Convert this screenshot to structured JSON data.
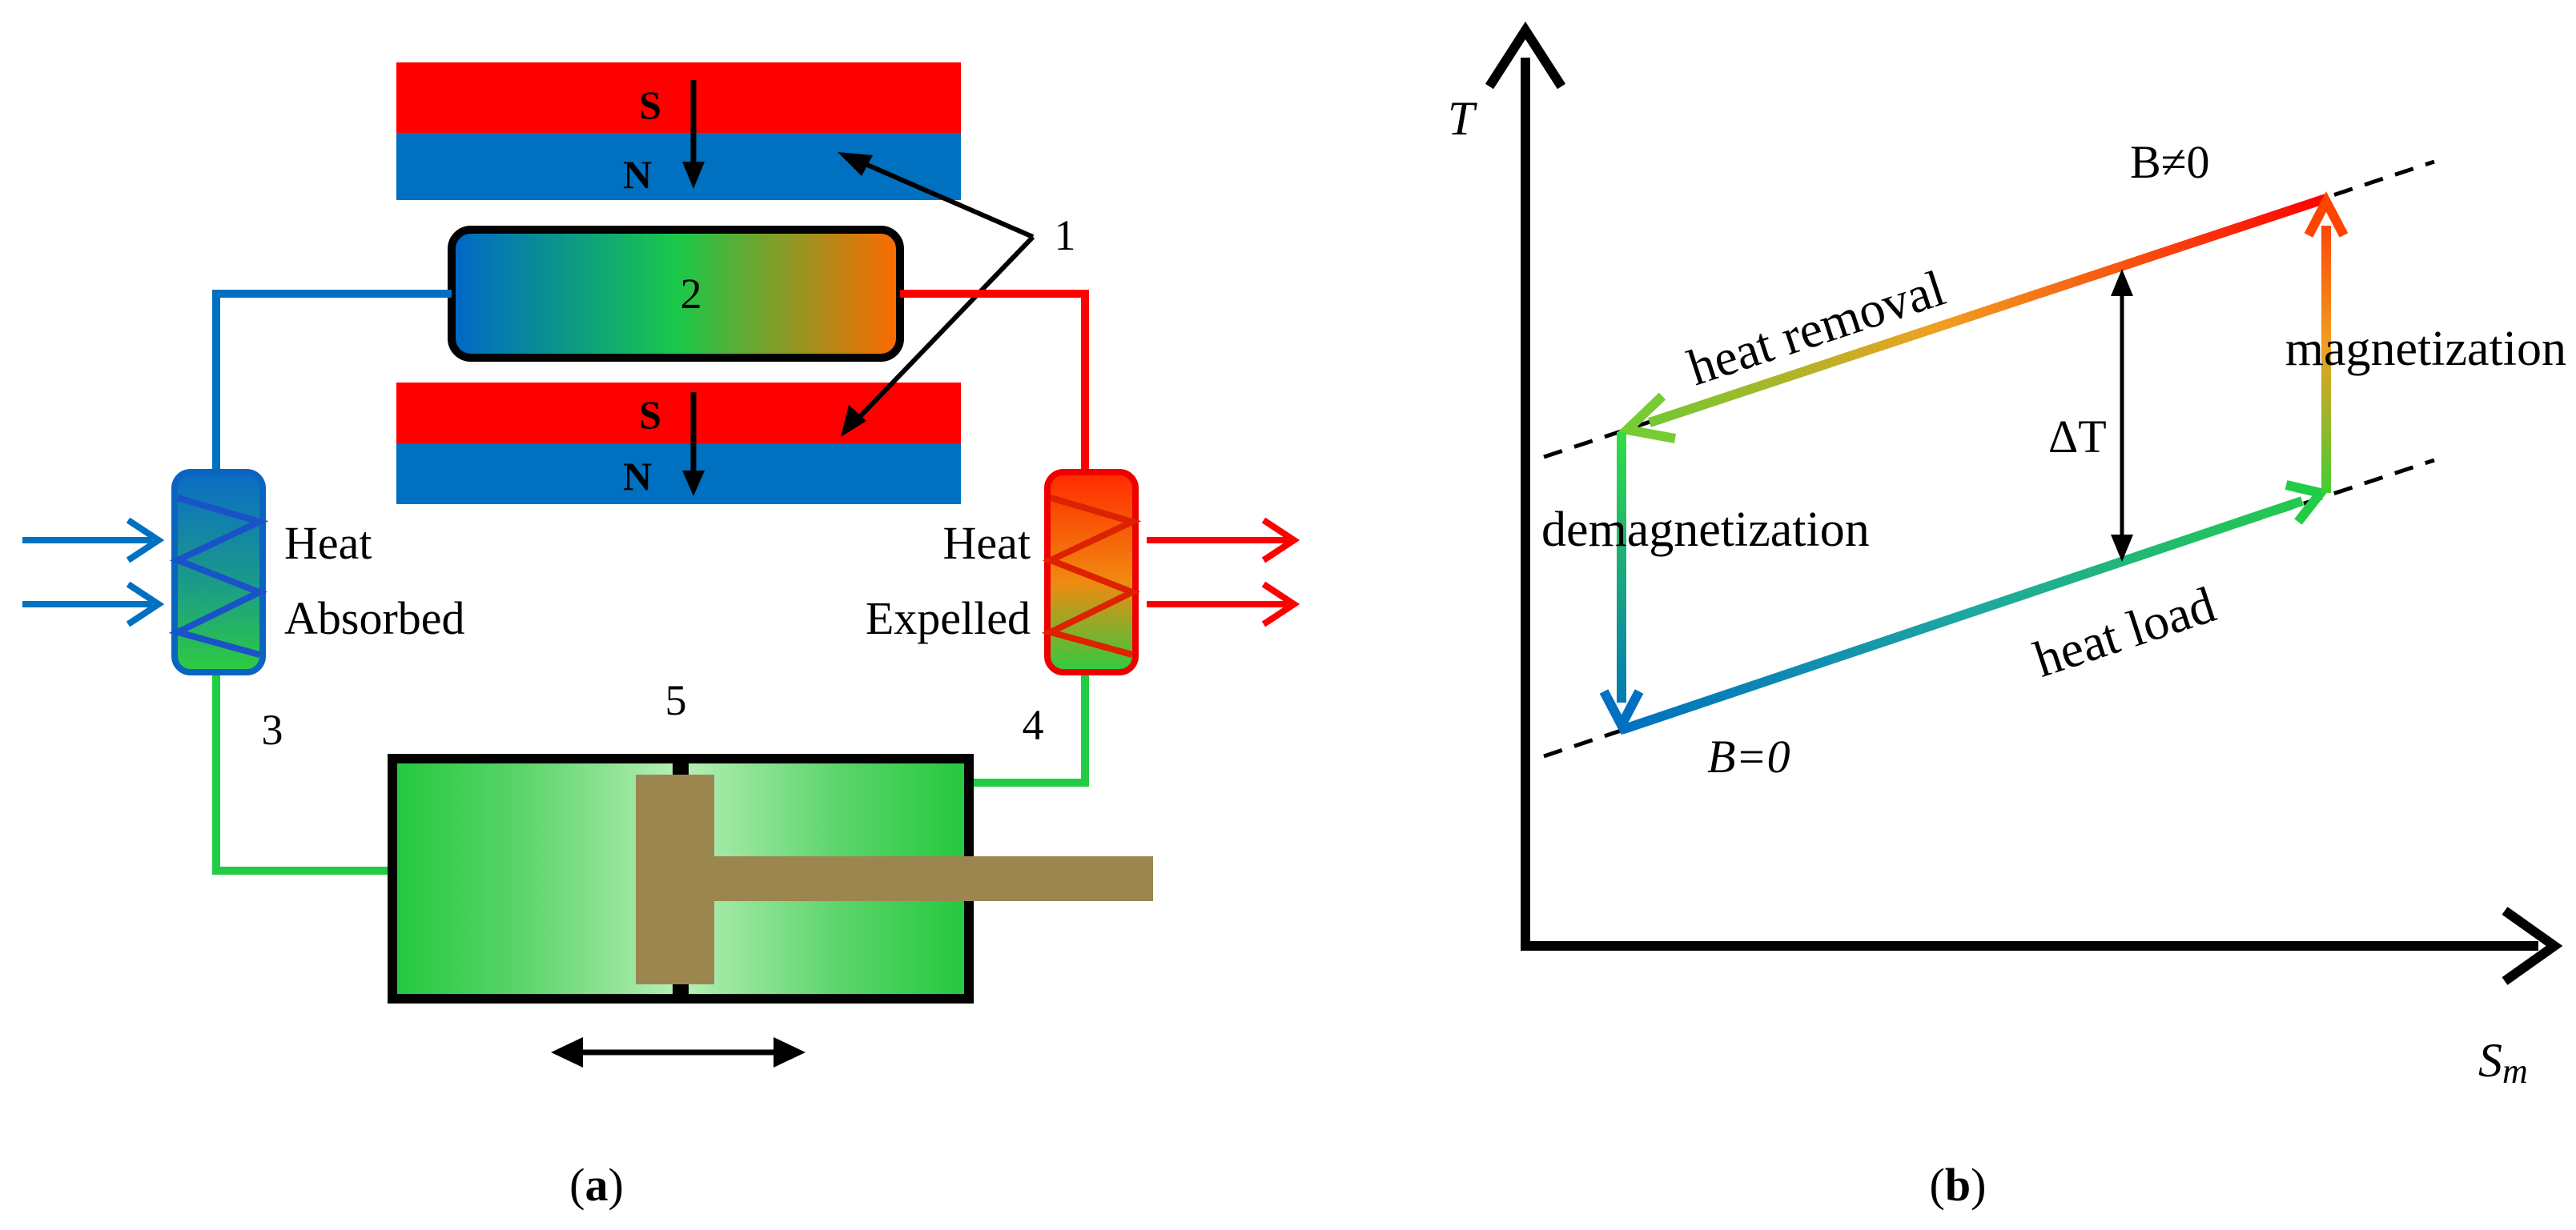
{
  "panel_a": {
    "magnet_top": {
      "south": "S",
      "north": "N"
    },
    "magnet_bottom": {
      "south": "S",
      "north": "N"
    },
    "label_magnets": "1",
    "label_regenerator": "2",
    "label_cold_hex": "3",
    "label_hot_hex": "4",
    "label_piston": "5",
    "heat_absorbed_line1": "Heat",
    "heat_absorbed_line2": "Absorbed",
    "heat_expelled_line1": "Heat",
    "heat_expelled_line2": "Expelled",
    "caption_open": "(",
    "caption_letter": "a",
    "caption_close": ")"
  },
  "panel_b": {
    "y_axis_label": "T",
    "x_axis_label_main": "S",
    "x_axis_label_sub": "m",
    "label_heat_removal": "heat removal",
    "label_magnetization": "magnetization",
    "label_demagnetization": "demagnetization",
    "label_heat_load": "heat load",
    "label_b_nonzero": "B≠0",
    "label_b_zero": "B=0",
    "label_delta_t": "ΔT",
    "caption_open": "(",
    "caption_letter": "b",
    "caption_close": ")"
  },
  "colors": {
    "cold": "#0070c0",
    "hot": "#ff0000",
    "fluid": "#22c83c",
    "piston": "#9c8650",
    "black": "#000000"
  }
}
